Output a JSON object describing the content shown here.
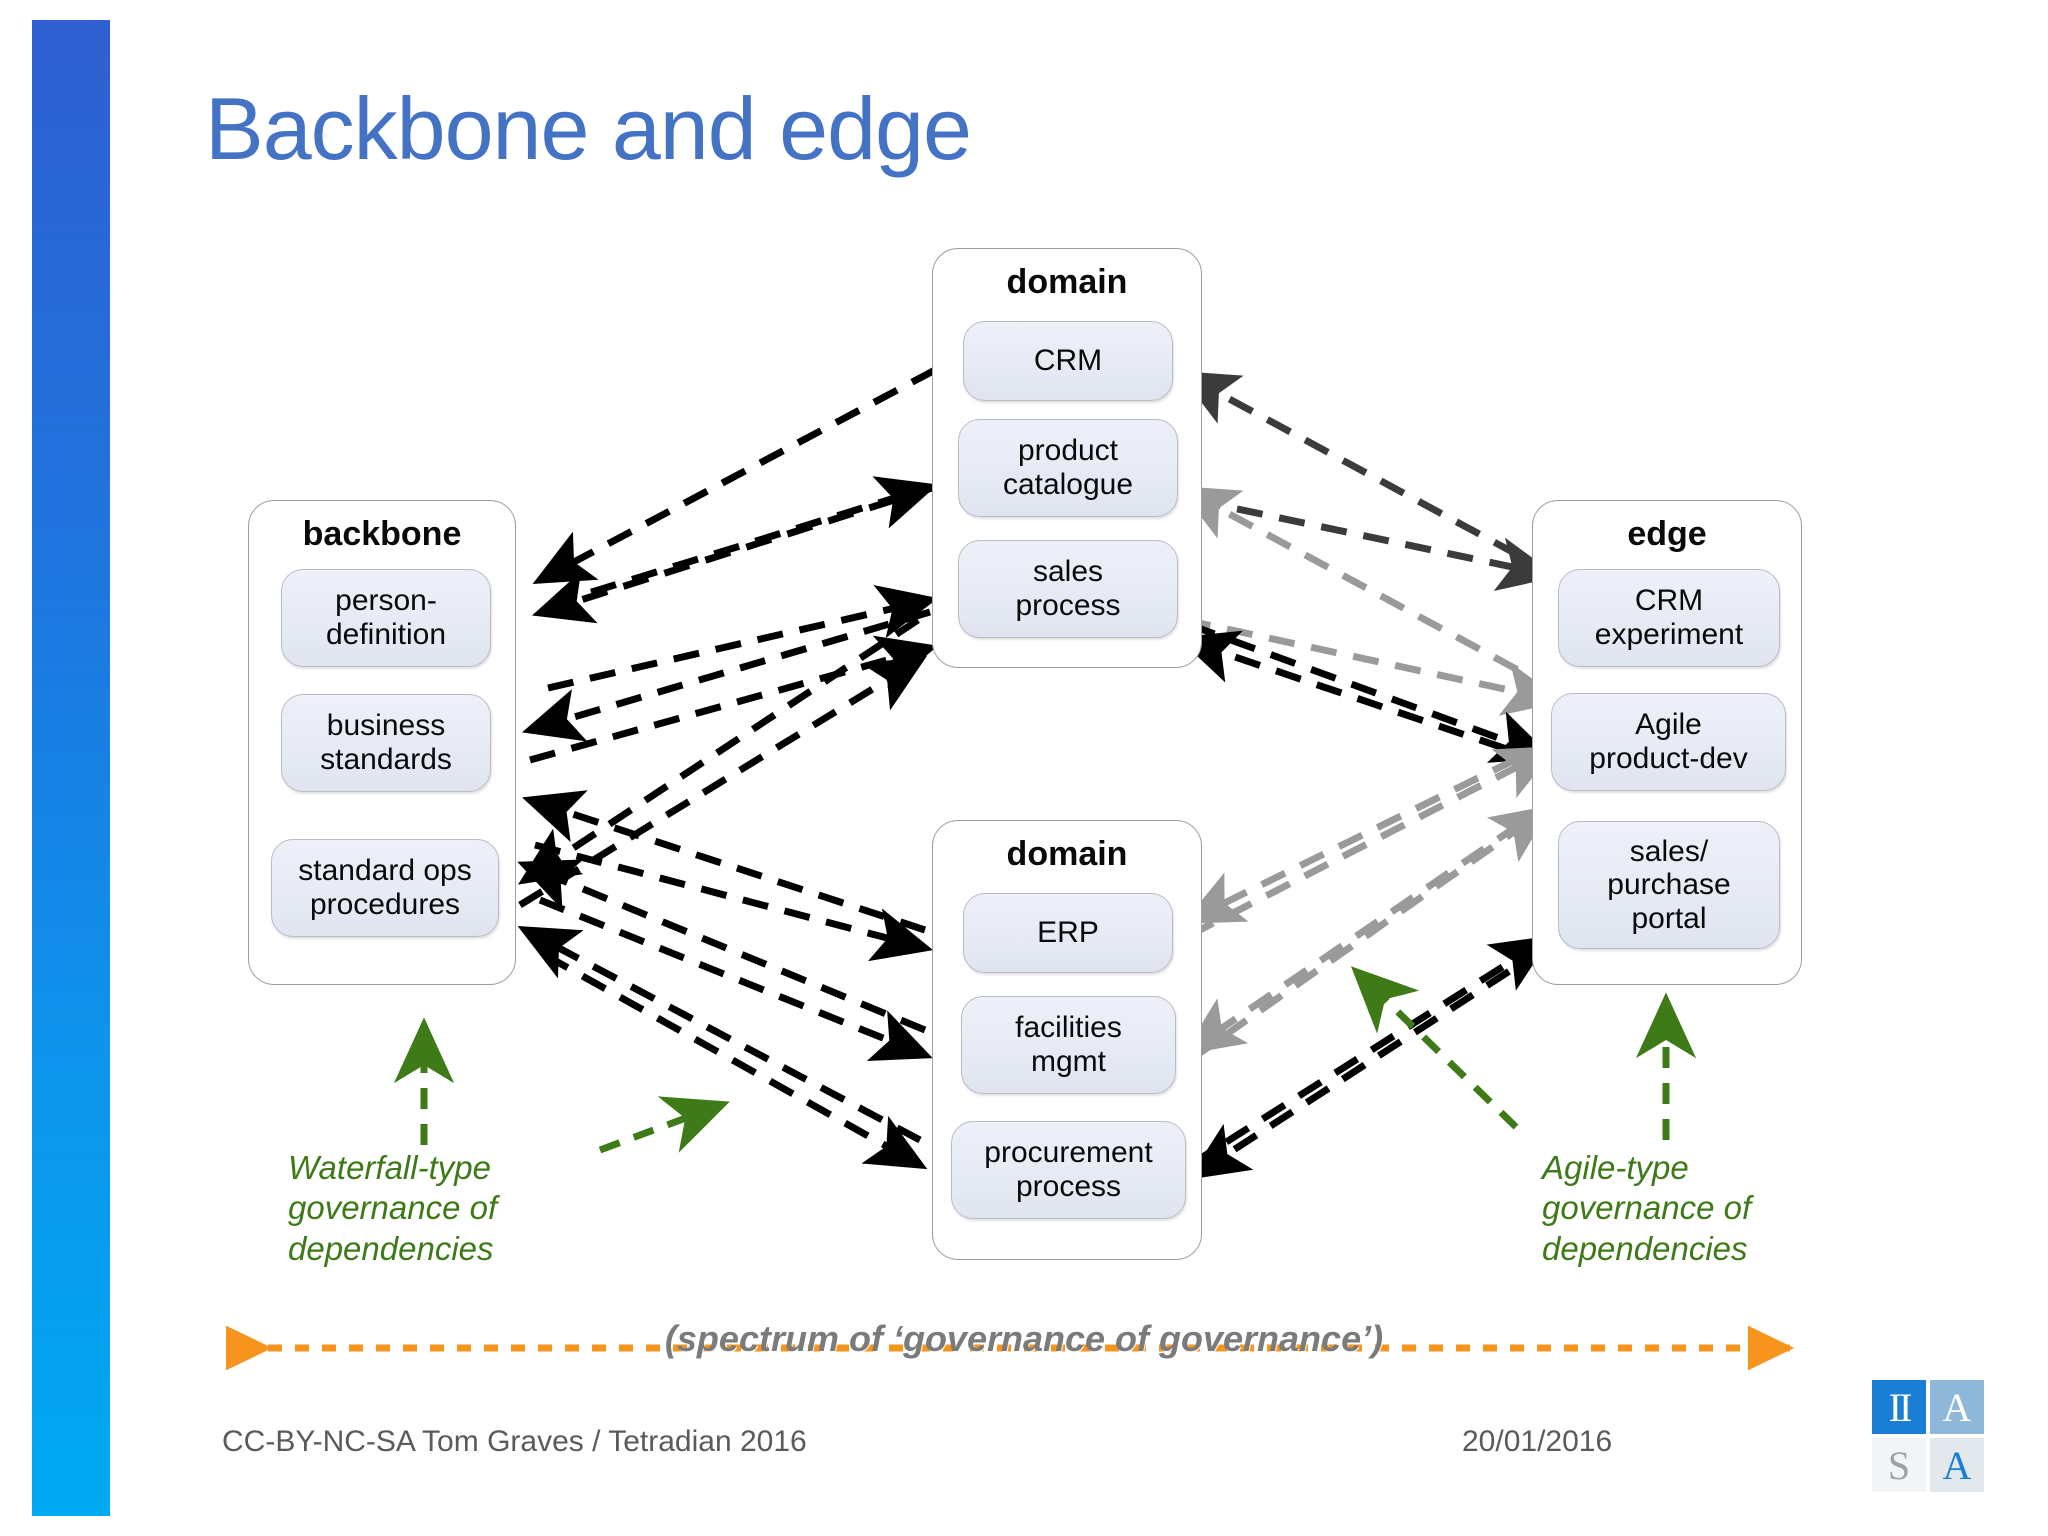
{
  "slide": {
    "title": "Backbone and edge",
    "accent_color": "#4472C4",
    "bar_top_color": "#2f5fd1",
    "bar_bottom_color": "#00aaf2"
  },
  "groups": {
    "backbone": {
      "title": "backbone",
      "nodes": [
        {
          "label": "person-\ndefinition"
        },
        {
          "label": "business\nstandards"
        },
        {
          "label": "standard ops\nprocedures"
        }
      ]
    },
    "domain_top": {
      "title": "domain",
      "nodes": [
        {
          "label": "CRM"
        },
        {
          "label": "product\ncatalogue"
        },
        {
          "label": "sales\nprocess"
        }
      ]
    },
    "domain_bottom": {
      "title": "domain",
      "nodes": [
        {
          "label": "ERP"
        },
        {
          "label": "facilities\nmgmt"
        },
        {
          "label": "procurement\nprocess"
        }
      ]
    },
    "edge": {
      "title": "edge",
      "nodes": [
        {
          "label": "CRM\nexperiment"
        },
        {
          "label": "Agile\nproduct-dev"
        },
        {
          "label": "sales/\npurchase\nportal"
        }
      ]
    }
  },
  "annotations": {
    "left_note": "Waterfall-type\ngovernance of\ndependencies",
    "right_note": "Agile-type\ngovernance of\ndependencies",
    "note_color": "#3e7a17",
    "spectrum_label": "(spectrum of ‘governance of governance’)",
    "spectrum_arrow_color": "#F7941E"
  },
  "footer": {
    "credit": "CC-BY-NC-SA Tom Graves / Tetradian 2016",
    "date": "20/01/2016"
  },
  "logo": {
    "cell_1": "II",
    "cell_2": "A",
    "cell_3": "S",
    "cell_4": "A"
  }
}
